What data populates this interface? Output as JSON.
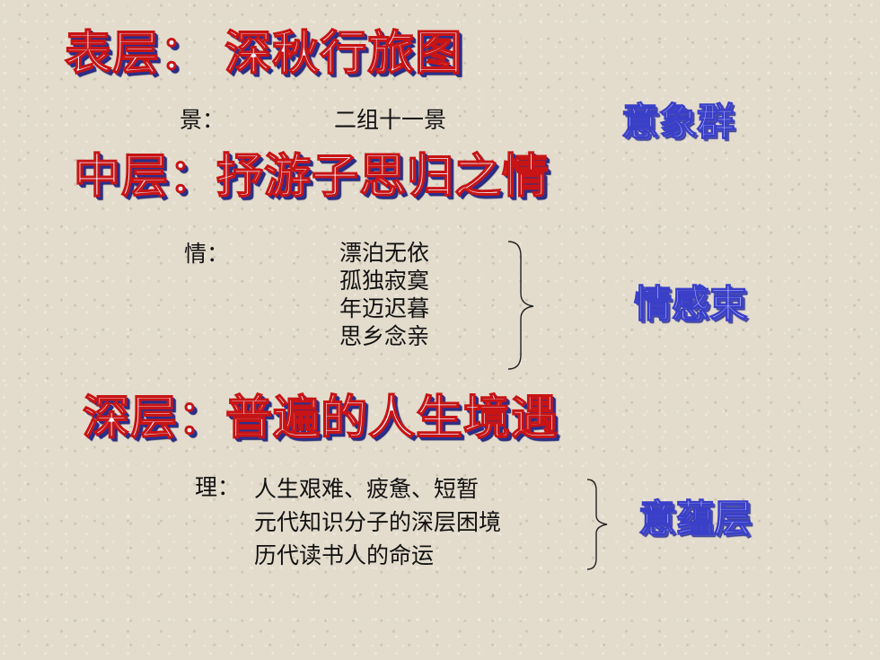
{
  "surface": {
    "heading": "表层： 深秋行旅图",
    "jing_label": "景：",
    "jing_text": "二组十一景",
    "tag": "意象群"
  },
  "middle": {
    "heading": "中层：抒游子思归之情",
    "qing_label": "情：",
    "qing_lines": [
      "漂泊无依",
      "孤独寂寞",
      "年迈迟暮",
      "思乡念亲"
    ],
    "tag": "情感束"
  },
  "deep": {
    "heading": "深层：普遍的人生境遇",
    "li_label": "理：",
    "li_lines": [
      "人生艰难、疲惫、短暂",
      "元代知识分子的深层困境",
      "历代读书人的命运"
    ],
    "tag": "意蕴层"
  }
}
